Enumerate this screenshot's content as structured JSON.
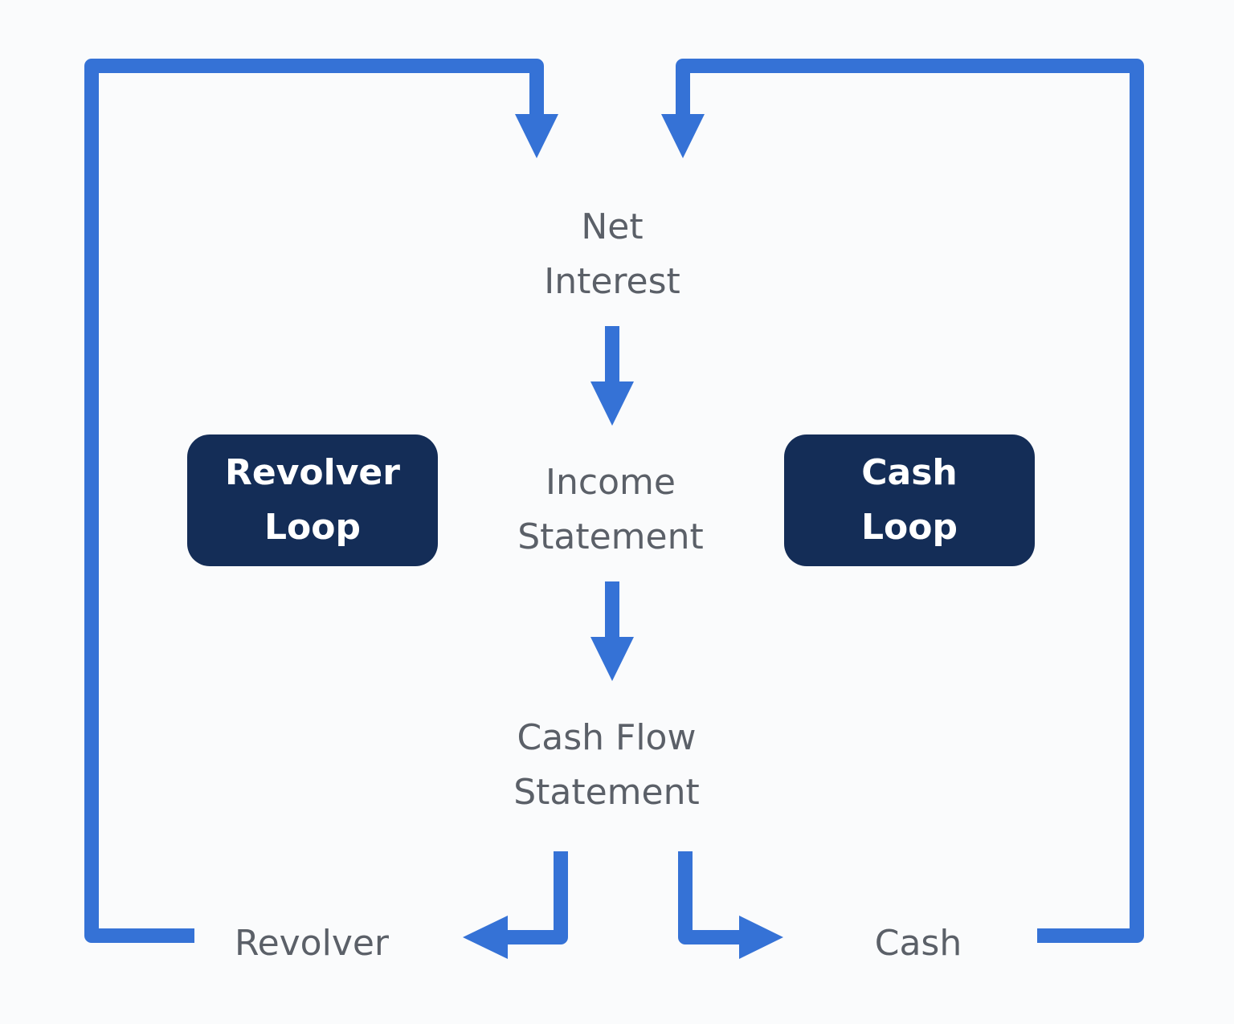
{
  "diagram": {
    "nodes": {
      "net_interest": {
        "line1": "Net",
        "line2": "Interest"
      },
      "income_statement": {
        "line1": "Income",
        "line2": "Statement"
      },
      "cash_flow_statement": {
        "line1": "Cash Flow",
        "line2": "Statement"
      },
      "revolver": {
        "label": "Revolver"
      },
      "cash": {
        "label": "Cash"
      }
    },
    "loops": {
      "revolver_loop": {
        "line1": "Revolver",
        "line2": "Loop"
      },
      "cash_loop": {
        "line1": "Cash",
        "line2": "Loop"
      }
    },
    "colors": {
      "background": "#fafbfc",
      "arrow": "#3572d6",
      "loop_box": "#142d57",
      "text": "#5b6068",
      "loop_text": "#ffffff"
    }
  }
}
